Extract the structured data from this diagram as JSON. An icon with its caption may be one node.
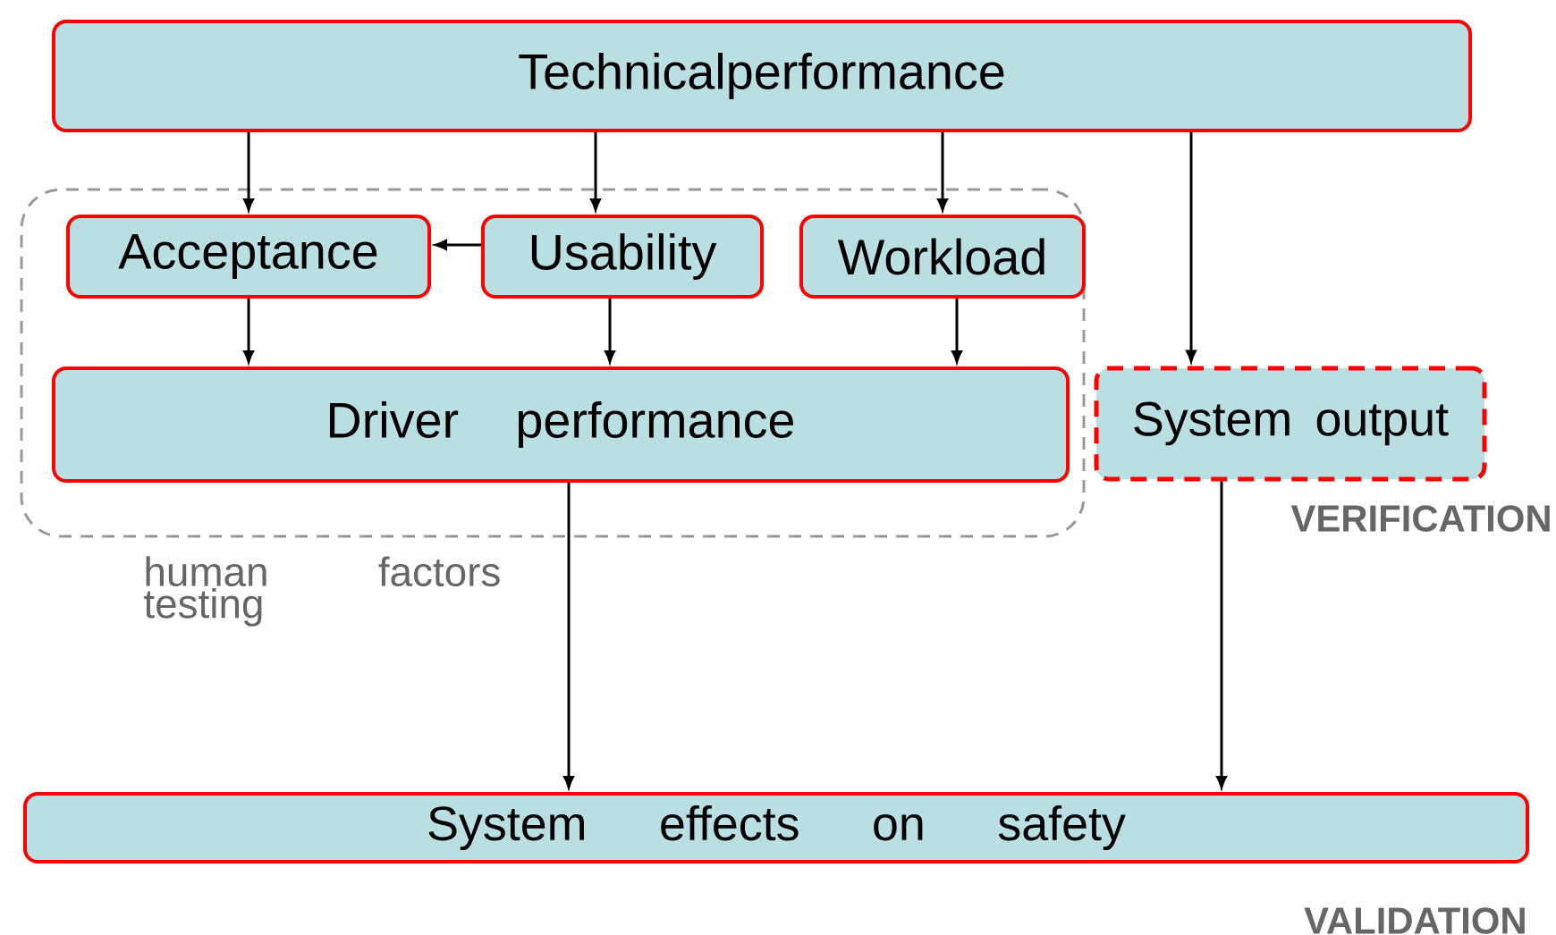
{
  "diagram": {
    "nodes": [
      {
        "text": [
          "Technicalperformance"
        ]
      },
      {
        "text": [
          "human factors testing"
        ]
      },
      {
        "text": [
          "Acceptance"
        ],
        "in": 1
      },
      {
        "text": [
          "Usability"
        ],
        "in": 1
      },
      {
        "text": [
          "Workload"
        ],
        "in": 1
      },
      {
        "text": [
          "Driver performance"
        ],
        "in": 1
      },
      {
        "text": [
          "System output"
        ]
      },
      {
        "text": [
          "System effects on safety"
        ]
      }
    ],
    "edges": [
      {
        "from": 0,
        "to": 2,
        "arrow": "to"
      },
      {
        "from": 0,
        "to": 3,
        "arrow": "to"
      },
      {
        "from": 0,
        "to": 4,
        "arrow": "to"
      },
      {
        "from": 0,
        "to": 6,
        "arrow": "to"
      },
      {
        "from": 3,
        "to": 2,
        "arrow": "to"
      },
      {
        "from": 2,
        "to": 5,
        "arrow": "to"
      },
      {
        "from": 3,
        "to": 5,
        "arrow": "to"
      },
      {
        "from": 4,
        "to": 5,
        "arrow": "to"
      },
      {
        "from": 5,
        "to": 7,
        "arrow": "to"
      },
      {
        "from": 6,
        "to": 7,
        "arrow": "to"
      }
    ],
    "labels": [
      "VERIFICATION",
      "VALIDATION"
    ]
  }
}
